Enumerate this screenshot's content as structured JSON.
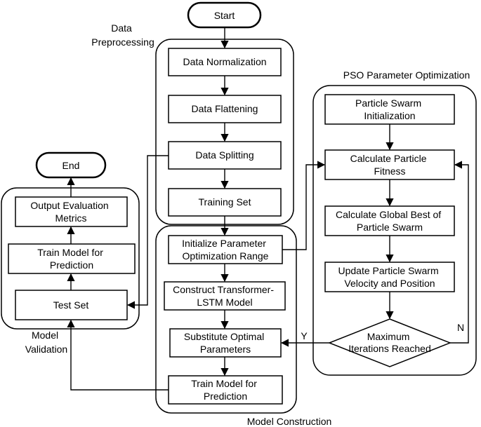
{
  "terminals": {
    "start": "Start",
    "end": "End"
  },
  "groups": {
    "preprocessing": [
      "Data",
      "Preprocessing"
    ],
    "pso": "PSO Parameter Optimization",
    "validation": [
      "Model",
      "Validation"
    ],
    "construction": "Model Construction"
  },
  "preprocessing": {
    "normalization": "Data Normalization",
    "flattening": "Data Flattening",
    "splitting": "Data Splitting",
    "training_set": "Training Set"
  },
  "construction": {
    "init_range": [
      "Initialize Parameter",
      "Optimization Range"
    ],
    "construct": [
      "Construct Transformer-",
      "LSTM Model"
    ],
    "substitute": [
      "Substitute Optimal",
      "Parameters"
    ],
    "train": [
      "Train Model for",
      "Prediction"
    ]
  },
  "pso": {
    "init": [
      "Particle Swarm",
      "Initialization"
    ],
    "fitness": [
      "Calculate Particle",
      "Fitness"
    ],
    "global_best": [
      "Calculate Global Best of",
      "Particle Swarm"
    ],
    "update": [
      "Update Particle Swarm",
      "Velocity and Position"
    ],
    "max_iter": [
      "Maximum",
      "Iterations Reached"
    ],
    "yes": "Y",
    "no": "N"
  },
  "validation": {
    "output": [
      "Output Evaluation",
      "Metrics"
    ],
    "train": [
      "Train Model for",
      "Prediction"
    ],
    "test_set": "Test Set"
  }
}
